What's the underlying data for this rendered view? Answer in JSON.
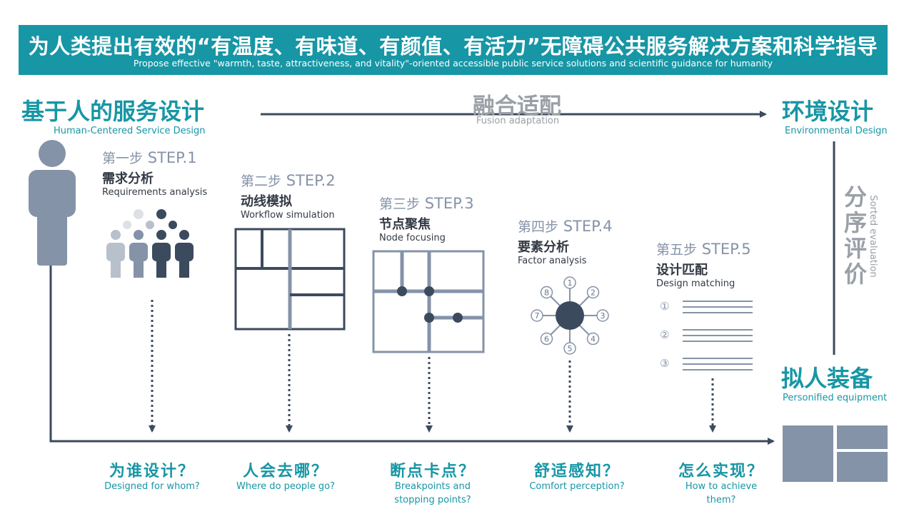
{
  "banner": {
    "title": "为人类提出有效的“有温度、有味道、有颜值、有活力”无障碍公共服务解决方案和科学指导",
    "subtitle": "Propose effective \"warmth, taste, attractiveness, and vitality\"-oriented accessible public service solutions and scientific guidance for humanity"
  },
  "left_heading": {
    "cn": "基于人的服务设计",
    "en": "Human-Centered Service Design"
  },
  "fusion": {
    "cn": "融合适配",
    "en": "Fusion adaptation"
  },
  "right_heading": {
    "cn": "环境设计",
    "en": "Environmental Design"
  },
  "sorted": {
    "cn": "分序评价",
    "en": "Sorted evaluation"
  },
  "equipment": {
    "cn": "拟人装备",
    "en": "Personified equipment"
  },
  "steps": [
    {
      "num_cn": "第一步",
      "num_en": "STEP.1",
      "title": "需求分析",
      "en": "Requirements analysis",
      "q_cn": "为谁设计？",
      "q_en": "Designed for whom?"
    },
    {
      "num_cn": "第二步",
      "num_en": "STEP.2",
      "title": "动线模拟",
      "en": "Workflow simulation",
      "q_cn": "人会去哪？",
      "q_en": "Where do people go?"
    },
    {
      "num_cn": "第三步",
      "num_en": "STEP.3",
      "title": "节点聚焦",
      "en": "Node focusing",
      "q_cn": "断点卡点？",
      "q_en": "Breakpoints and stopping points?"
    },
    {
      "num_cn": "第四步",
      "num_en": "STEP.4",
      "title": "要素分析",
      "en": "Factor analysis",
      "q_cn": "舒适感知？",
      "q_en": "Comfort perception?"
    },
    {
      "num_cn": "第五步",
      "num_en": "STEP.5",
      "title": "设计匹配",
      "en": "Design matching",
      "q_cn": "怎么实现？",
      "q_en": "How to achieve them?"
    }
  ],
  "factor_labels": [
    "①",
    "②",
    "③",
    "④",
    "⑤",
    "⑥",
    "⑦",
    "⑧"
  ],
  "match_labels": [
    "①",
    "②",
    "③"
  ],
  "colors": {
    "teal": "#1796a5",
    "dark": "#3c4a5e",
    "mid": "#8593a8",
    "light": "#b8c0cc"
  }
}
